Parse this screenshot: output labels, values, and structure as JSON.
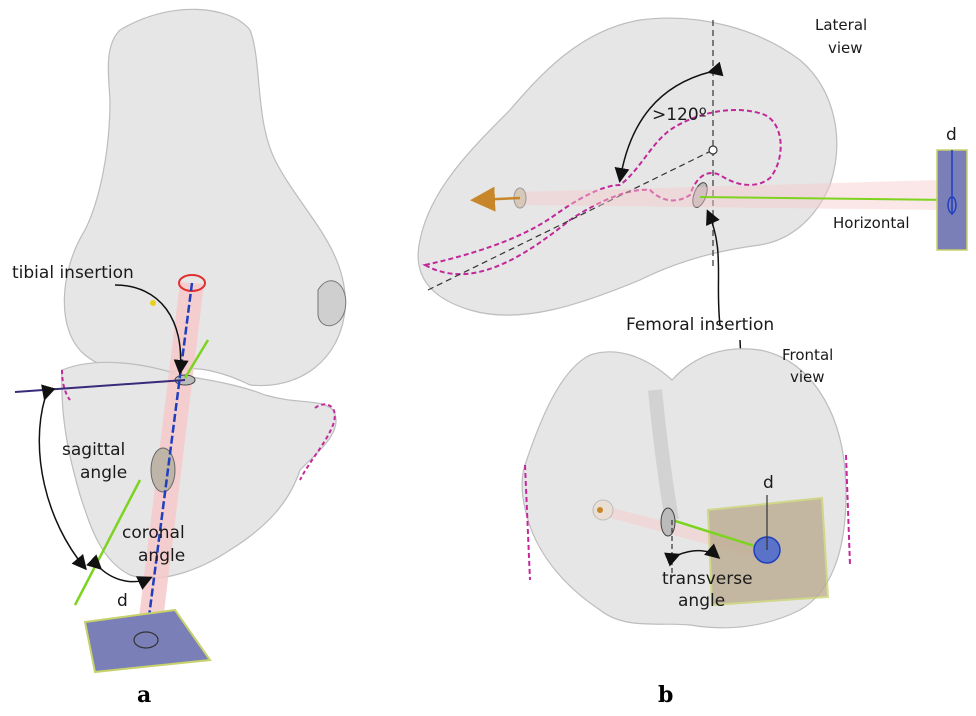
{
  "panels": [
    {
      "id": "a",
      "label": "a",
      "annotations": {
        "tibial_insertion": "tibial insertion",
        "sagittal_angle_line1": "sagittal",
        "sagittal_angle_line2": "angle",
        "coronal_angle_line1": "coronal",
        "coronal_angle_line2": "angle",
        "d": "d"
      }
    },
    {
      "id": "b",
      "label": "b",
      "annotations": {
        "lateral_view_line1": "Lateral",
        "lateral_view_line2": "view",
        "angle": ">120º",
        "d_lateral": "d",
        "horizontal": "Horizontal",
        "femoral_insertion": "Femoral insertion",
        "frontal_view_line1": "Frontal",
        "frontal_view_line2": "view",
        "d_frontal": "d",
        "transverse_angle_line1": "transverse",
        "transverse_angle_line2": "angle"
      }
    }
  ],
  "colors": {
    "bone": "#e6e6e6",
    "tunnel": "#f6c9c9",
    "axis_blue": "#1f3fbf",
    "guide_green": "#7ed321",
    "plane_purple": "#7a7fb8",
    "plane_olive": "#b8a88a",
    "dashed_magenta": "#c2289a",
    "arrow_orange": "#c8862a",
    "insertion_red": "#e03030"
  }
}
